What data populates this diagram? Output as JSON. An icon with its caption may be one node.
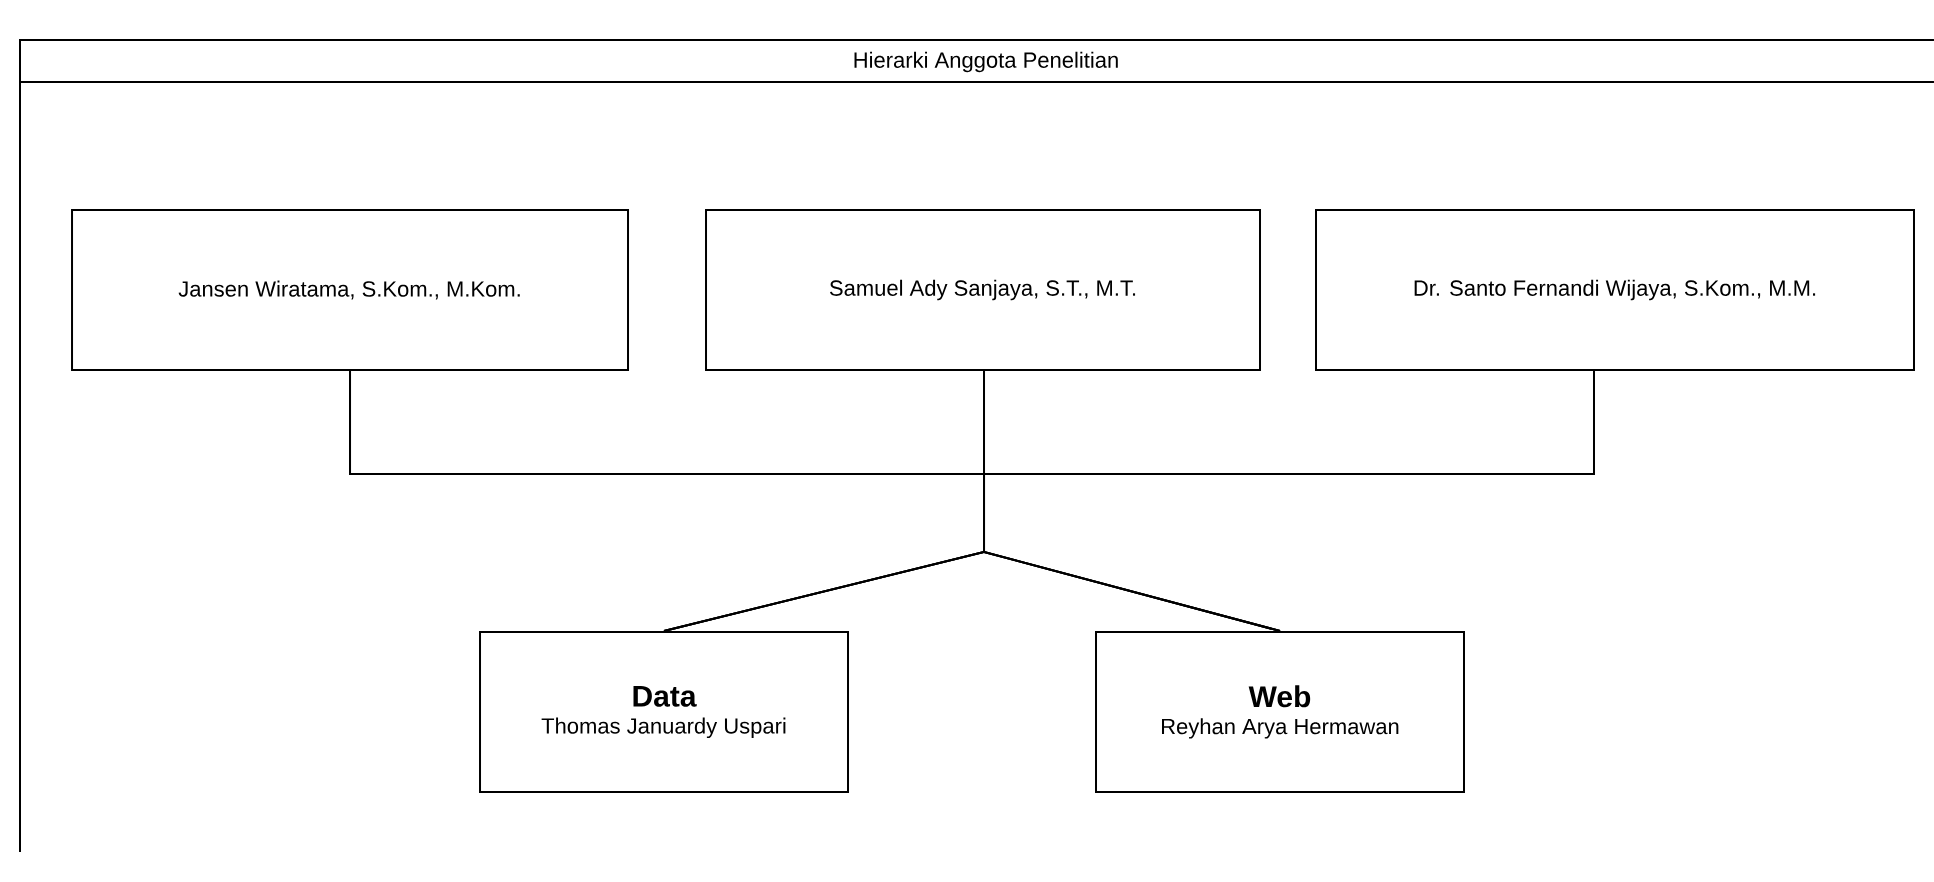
{
  "diagram": {
    "nodes": [
      {
        "text": [
          "Hierarki Anggota Penelitian"
        ]
      },
      {
        "text": [
          "Jansen Wiratama, S.Kom., M.Kom."
        ],
        "in": 0
      },
      {
        "text": [
          "Samuel Ady Sanjaya, S.T., M.T."
        ],
        "in": 0
      },
      {
        "text": [
          "Dr. Santo Fernandi Wijaya, S.Kom., M.M."
        ],
        "in": 0
      },
      {
        "text": [
          "Data",
          "Thomas Januardy Uspari"
        ],
        "in": 0
      },
      {
        "text": [
          "Web",
          "Reyhan Arya Hermawan"
        ],
        "in": 0
      }
    ],
    "edges": [
      {
        "from": 1,
        "to": 4,
        "arrow": "none"
      },
      {
        "from": 1,
        "to": 5,
        "arrow": "none"
      },
      {
        "from": 2,
        "to": 4,
        "arrow": "none"
      },
      {
        "from": 2,
        "to": 5,
        "arrow": "none"
      },
      {
        "from": 3,
        "to": 4,
        "arrow": "none"
      },
      {
        "from": 3,
        "to": 5,
        "arrow": "none"
      }
    ]
  }
}
